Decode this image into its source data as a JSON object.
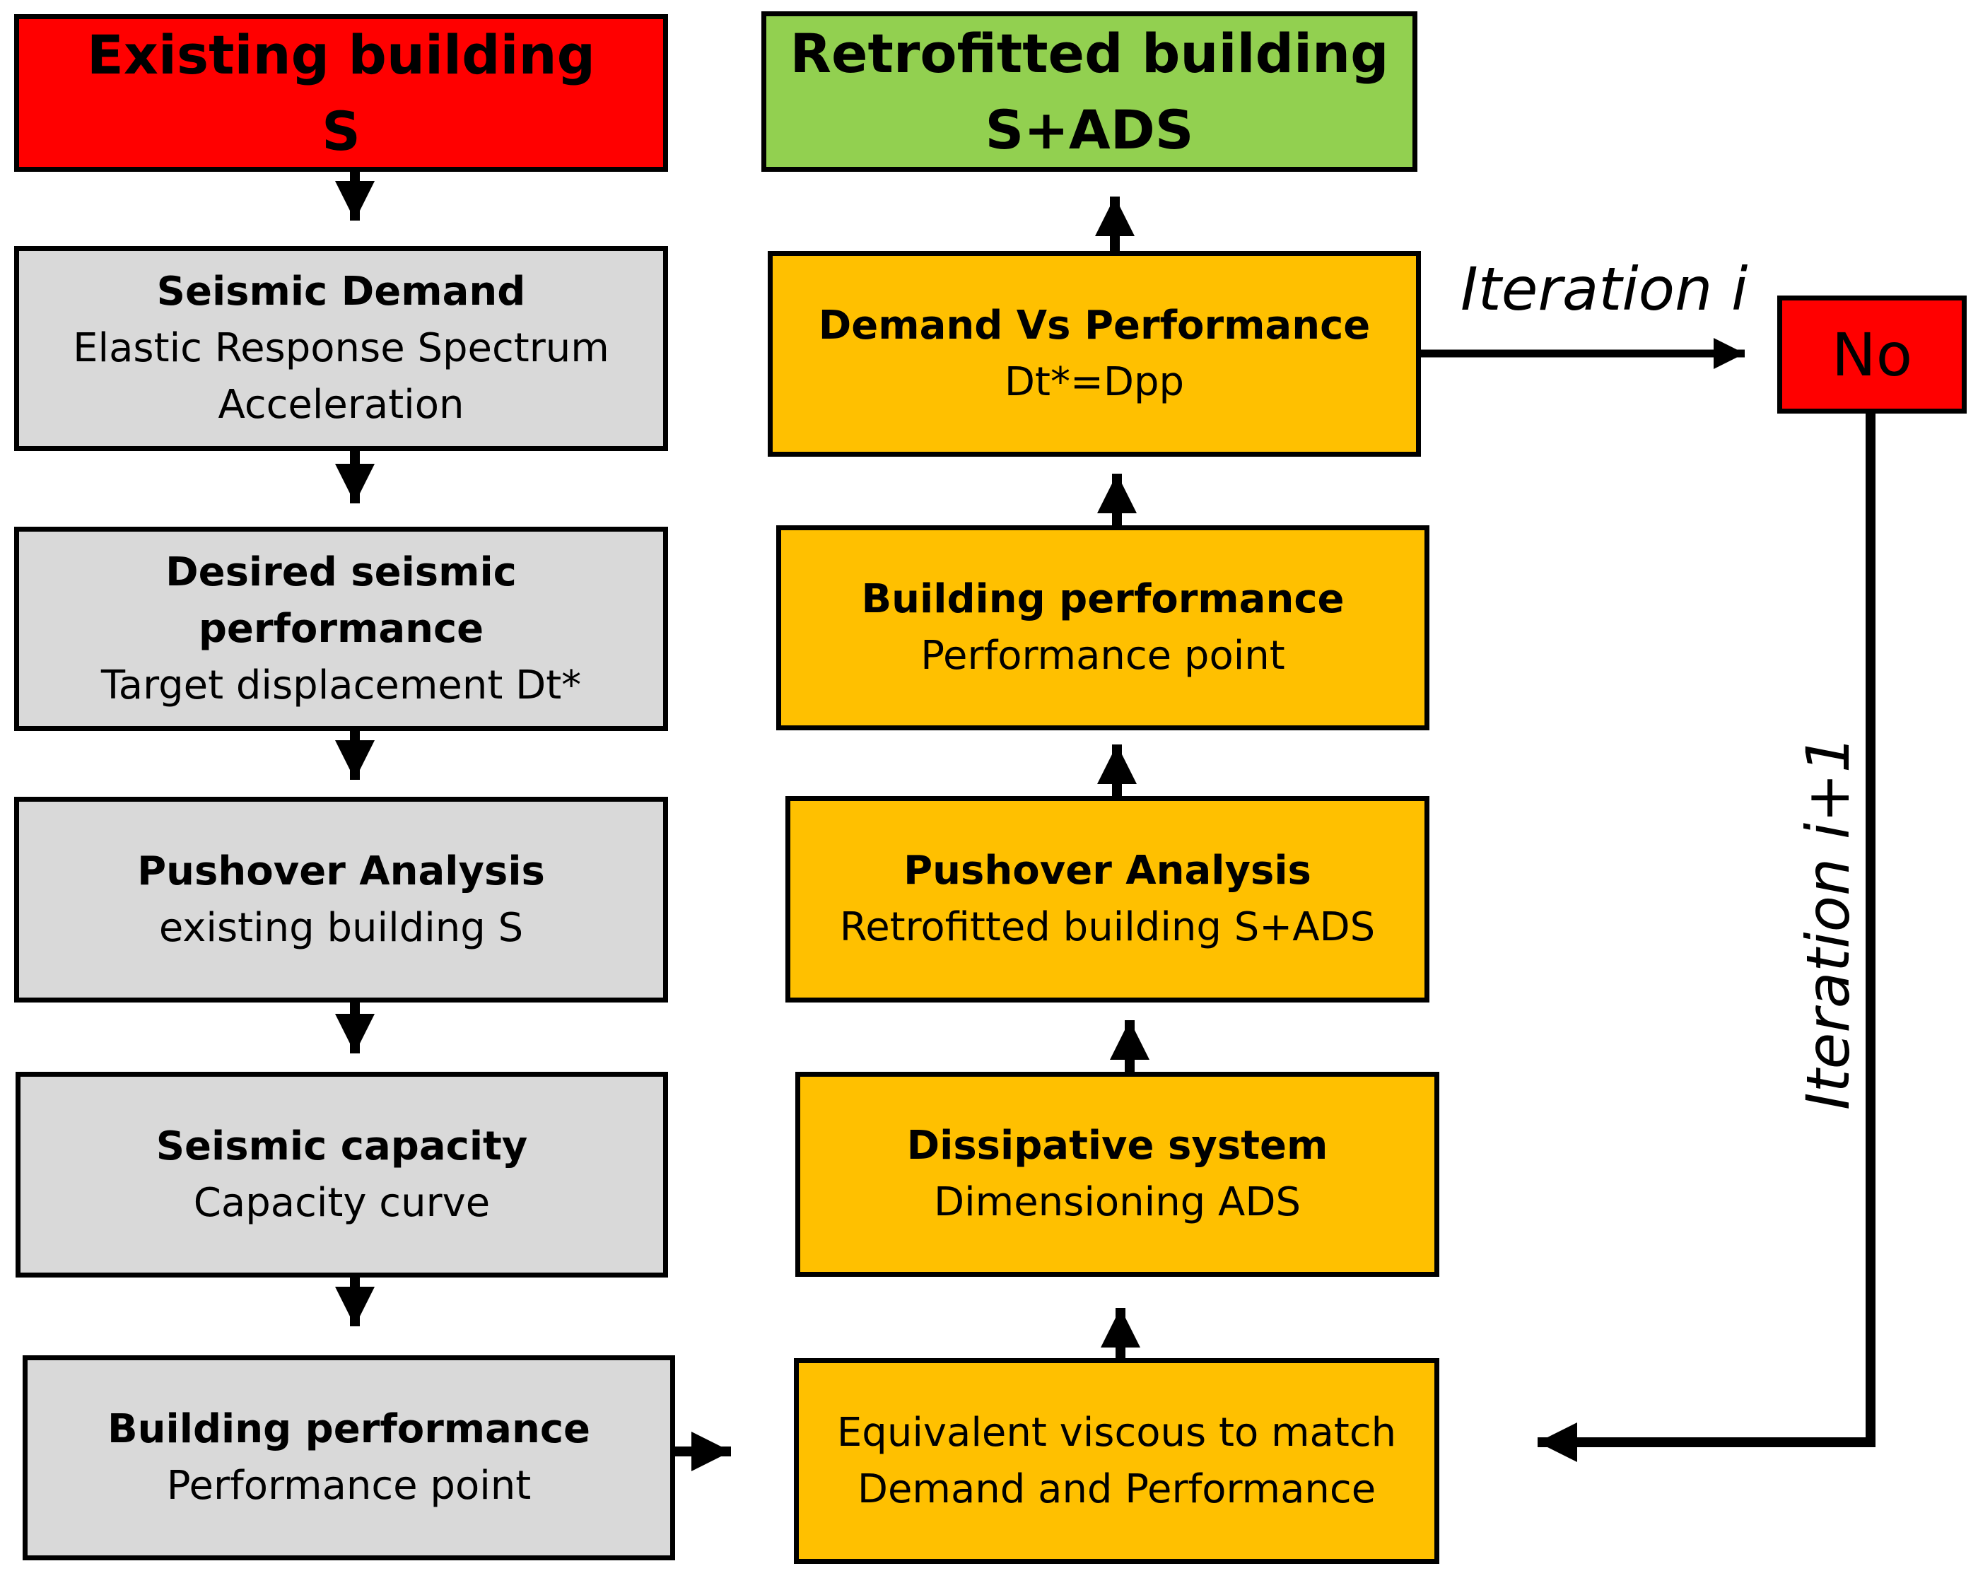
{
  "left_column": {
    "existing": {
      "line1": "Existing building",
      "line2": "S"
    },
    "seismic_demand": {
      "title": "Seismic Demand",
      "line1": "Elastic Response Spectrum",
      "line2": "Acceleration"
    },
    "desired_performance": {
      "title": "Desired seismic performance",
      "line1": "Target displacement Dt*"
    },
    "pushover_existing": {
      "title": "Pushover Analysis",
      "line1": "existing building S"
    },
    "seismic_capacity": {
      "title": "Seismic capacity",
      "line1": "Capacity curve"
    },
    "building_performance": {
      "title": "Building performance",
      "line1": "Performance point"
    }
  },
  "right_column": {
    "retrofitted": {
      "line1": "Retrofitted building",
      "line2": "S+ADS"
    },
    "demand_vs_performance": {
      "title": "Demand Vs Performance",
      "line1": "Dt*=Dpp"
    },
    "building_performance": {
      "title": "Building performance",
      "line1": "Performance point"
    },
    "pushover_retrofitted": {
      "title": "Pushover Analysis",
      "line1": "Retrofitted building S+ADS"
    },
    "dissipative_system": {
      "title": "Dissipative system",
      "line1": "Dimensioning ADS"
    },
    "equivalent_viscous": {
      "line1": "Equivalent viscous to match",
      "line2": "Demand and Performance"
    }
  },
  "decision": {
    "label": "No"
  },
  "iteration_i": "Iteration i",
  "iteration_next": "Iteration i+1",
  "colors": {
    "grey": "#d9d9d9",
    "orange": "#ffc000",
    "red": "#ff0000",
    "green": "#92d050"
  }
}
